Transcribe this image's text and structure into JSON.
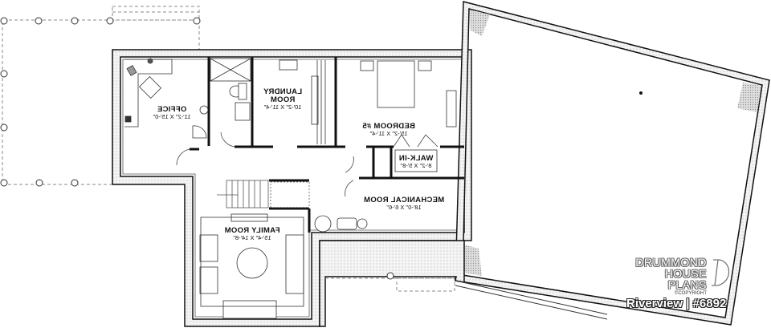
{
  "plan": {
    "title": "Riverview | #6892",
    "brand_line1": "DRUMMOND",
    "brand_line2": "HOUSE PLANS",
    "copyright": "©COPYRIGHT",
    "text_mirrored": true
  },
  "rooms": [
    {
      "name": "OFFICE",
      "dimensions": "11'-2\" X 15'-0\""
    },
    {
      "name": "LAUNDRY ROOM",
      "name_line1": "LAUNDRY",
      "name_line2": "ROOM",
      "dimensions": "10'-2\" X 11'-4\""
    },
    {
      "name": "BEDROOM #5",
      "dimensions": "15'-2\" X 11'-4\""
    },
    {
      "name": "WALK-IN",
      "dimensions": "8'-2\" X 5'-8\""
    },
    {
      "name": "MECHANICAL ROOM",
      "dimensions": "18'-0\" X 6'-6\""
    },
    {
      "name": "FAMILY ROOM",
      "dimensions": "15'-4\" X 14'-8\""
    }
  ],
  "colors": {
    "wall": "#111111",
    "wall_fill": "#f2f2f2",
    "dashed": "#888888",
    "hatch": "#bbbbbb"
  }
}
